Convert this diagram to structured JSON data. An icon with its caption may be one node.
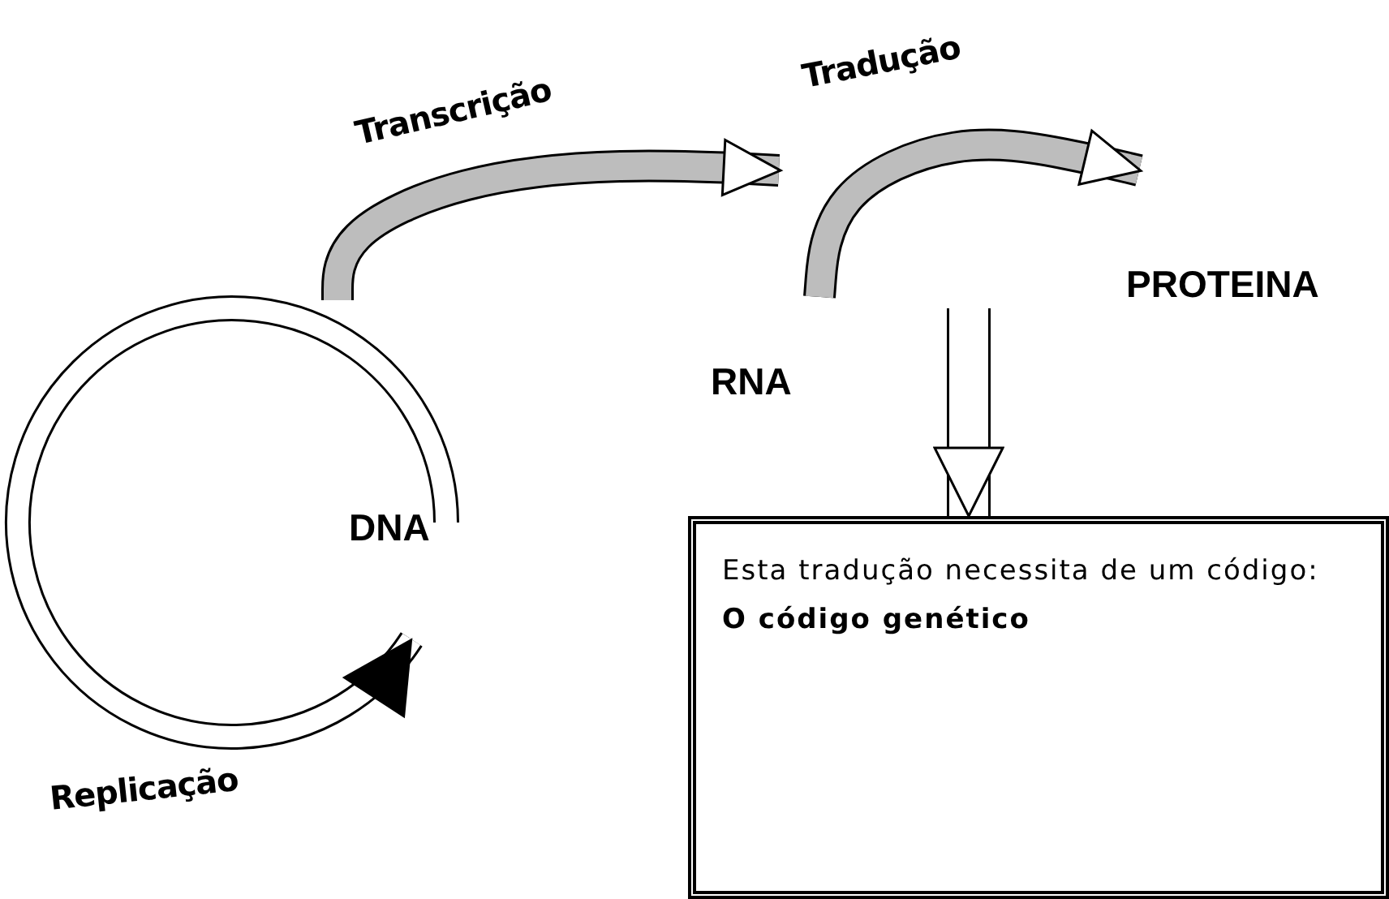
{
  "diagram": {
    "nodes": [
      {
        "text": [
          "DNA"
        ]
      },
      {
        "text": [
          "RNA"
        ]
      },
      {
        "text": [
          "PROTEINA"
        ]
      },
      {
        "text": [
          "Esta tradução necessita de um código:",
          "O código genético"
        ]
      }
    ],
    "edges": [
      {
        "from": null,
        "to": 1,
        "arrow": "to",
        "label": "Transcrição"
      },
      {
        "from": 1,
        "to": 2,
        "arrow": "to",
        "label": "Tradução"
      },
      {
        "from": null,
        "to": 3,
        "arrow": "to"
      },
      {
        "from": 0,
        "to": 0,
        "arrow": "to",
        "label": "Replicação"
      }
    ]
  }
}
